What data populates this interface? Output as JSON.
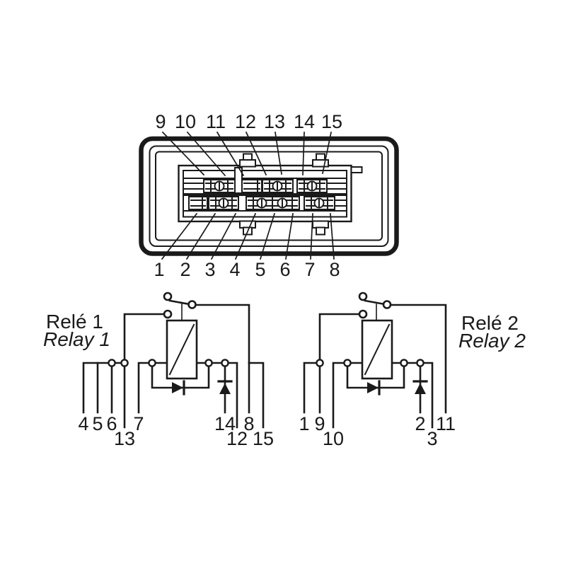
{
  "colors": {
    "line": "#1a1a1a",
    "background": "#ffffff"
  },
  "connector": {
    "top_pins": [
      "9",
      "10",
      "11",
      "12",
      "13",
      "14",
      "15"
    ],
    "bottom_pins": [
      "1",
      "2",
      "3",
      "4",
      "5",
      "6",
      "7",
      "8"
    ]
  },
  "relay1": {
    "title": "Relé 1",
    "subtitle": "Relay 1",
    "pin_labels": [
      "4",
      "5",
      "6",
      "7",
      "13",
      "14",
      "8",
      "12",
      "15"
    ]
  },
  "relay2": {
    "title": "Relé 2",
    "subtitle": "Relay 2",
    "pin_labels": [
      "1",
      "9",
      "10",
      "2",
      "11",
      "3"
    ]
  }
}
